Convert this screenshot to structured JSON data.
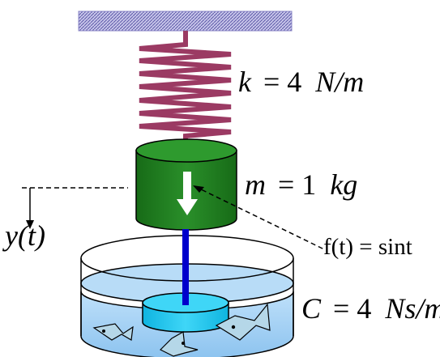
{
  "labels": {
    "k_symbol": "k",
    "k_eq": "= 4",
    "k_unit": "N/m",
    "m_symbol": "m",
    "m_eq": "= 1",
    "m_unit": "kg",
    "y_label": "y(t)",
    "f_label": "f(t) = sint",
    "c_symbol": "C",
    "c_eq": "= 4",
    "c_unit": "Ns/m"
  },
  "colors": {
    "ceiling": "#8b87c7",
    "spring": "#9b3a63",
    "mass_side": "#1f7a1f",
    "mass_top": "#2e9a2e",
    "rod": "#0000cc",
    "water": "#a9d4f5",
    "piston": "#19c7ee",
    "fish": "#b5d7e8"
  },
  "icons": {
    "arrow": "white-down-arrow",
    "fish": "fish-icon"
  }
}
